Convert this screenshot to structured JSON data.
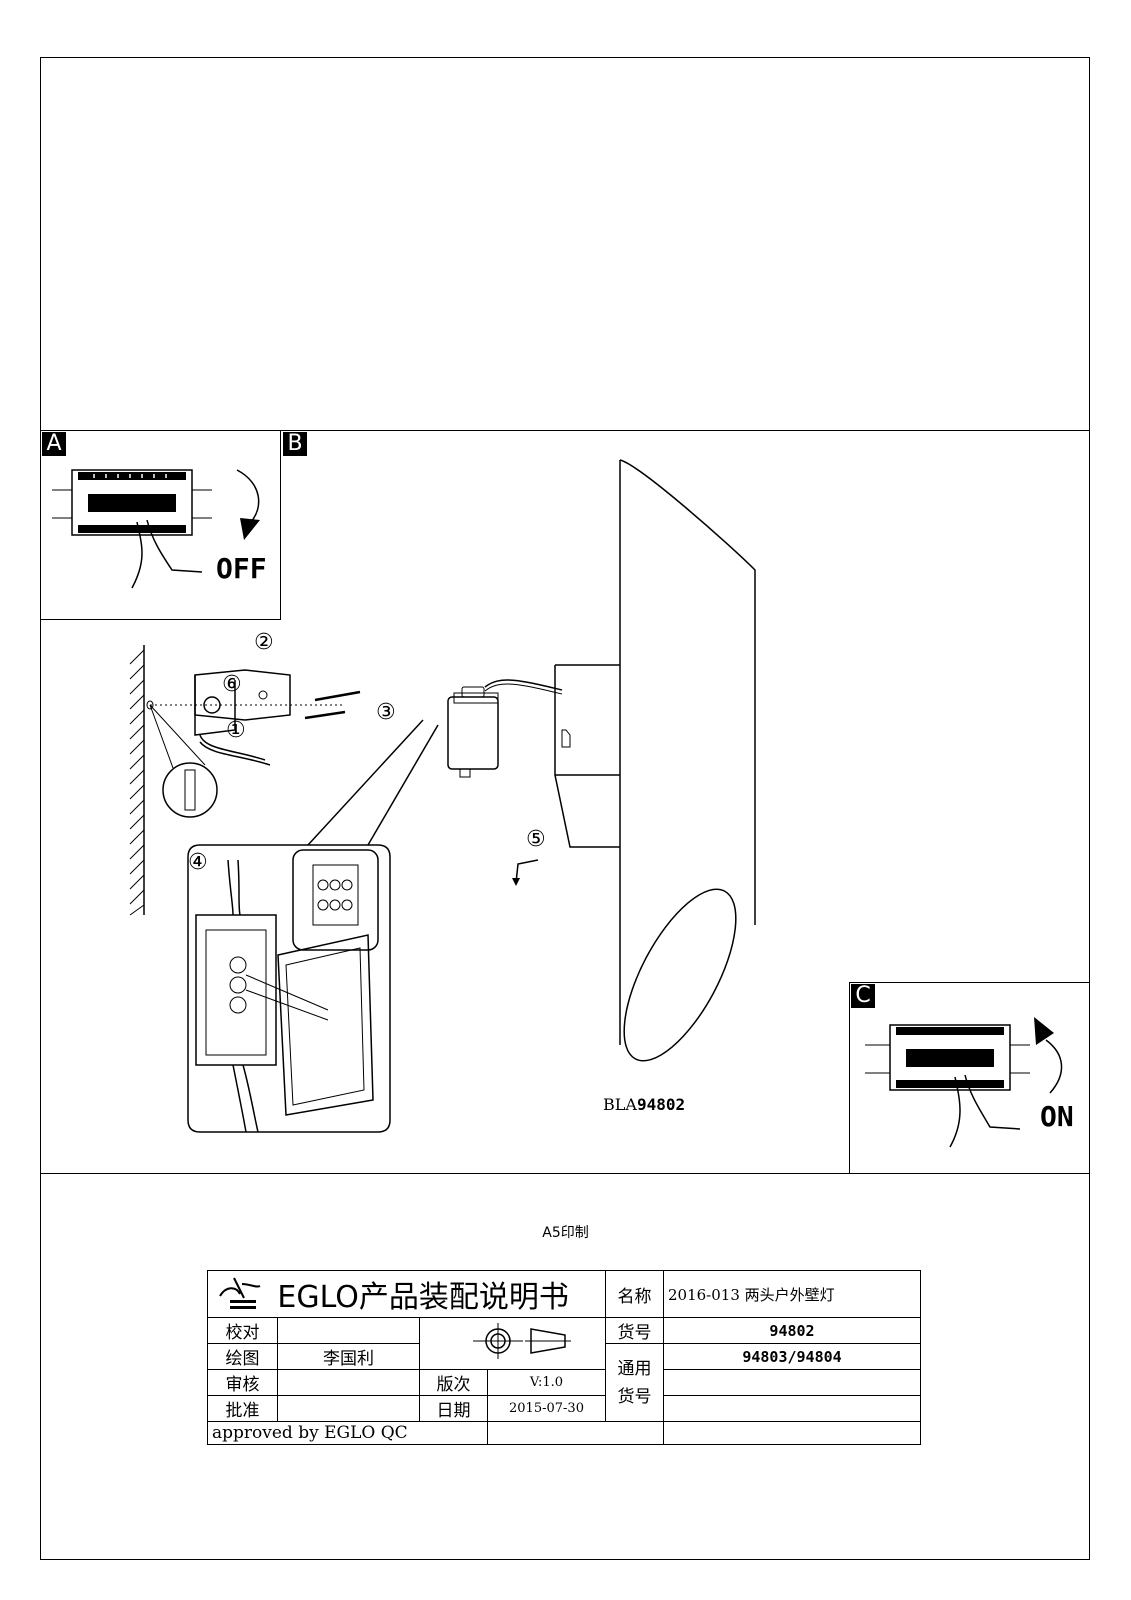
{
  "panels": {
    "a_letter": "A",
    "b_letter": "B",
    "c_letter": "C"
  },
  "steps": [
    "①",
    "②",
    "③",
    "④",
    "⑤",
    "⑥"
  ],
  "switch": {
    "off_label": "OFF",
    "on_label": "ON"
  },
  "product": {
    "model_prefix": "BLA",
    "model_number": "94802"
  },
  "print_note": "A5印制",
  "title_block": {
    "title": "EGLO产品装配说明书",
    "name_label": "名称",
    "name_value": "2016-013 两头户外壁灯",
    "check_label": "校对",
    "check_value": "",
    "draw_label": "绘图",
    "draw_value": "李国利",
    "review_label": "审核",
    "review_value": "",
    "approve_label": "批准",
    "approve_value": "",
    "item_label": "货号",
    "item_value": "94802",
    "common_label": "通用\n货号",
    "common_value": "94803/94804",
    "version_label": "版次",
    "version_value": "V:1.0",
    "date_label": "日期",
    "date_value": "2015-07-30",
    "approved_by": "approved by EGLO QC"
  }
}
